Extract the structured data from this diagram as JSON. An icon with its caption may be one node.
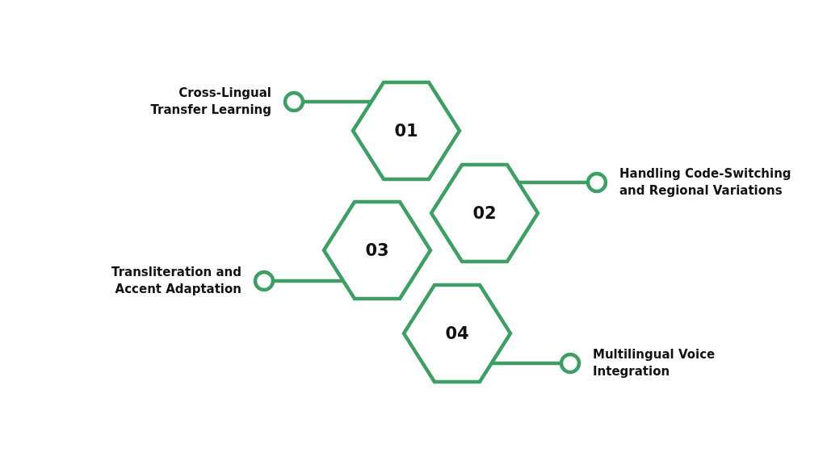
{
  "diagram": {
    "nodes": [
      {
        "text": [
          "01"
        ]
      },
      {
        "text": [],
        "shape": "circle",
        "beside": [
          "Cross-Lingual Transfer Learning"
        ]
      },
      {
        "text": [
          "02"
        ]
      },
      {
        "text": [],
        "shape": "circle",
        "beside": [
          "Handling Code-Switching and Regional Variations"
        ]
      },
      {
        "text": [
          "03"
        ]
      },
      {
        "text": [],
        "shape": "circle",
        "beside": [
          "Transliteration and Accent Adaptation"
        ]
      },
      {
        "text": [
          "04"
        ]
      },
      {
        "text": [],
        "shape": "circle",
        "beside": [
          "Multilingual Voice Integration"
        ]
      }
    ],
    "edges": [
      {
        "from": 0,
        "to": 1,
        "arrow": "none"
      },
      {
        "from": 2,
        "to": 3,
        "arrow": "none"
      },
      {
        "from": 4,
        "to": 5,
        "arrow": "none"
      },
      {
        "from": 6,
        "to": 7,
        "arrow": "none"
      }
    ]
  }
}
